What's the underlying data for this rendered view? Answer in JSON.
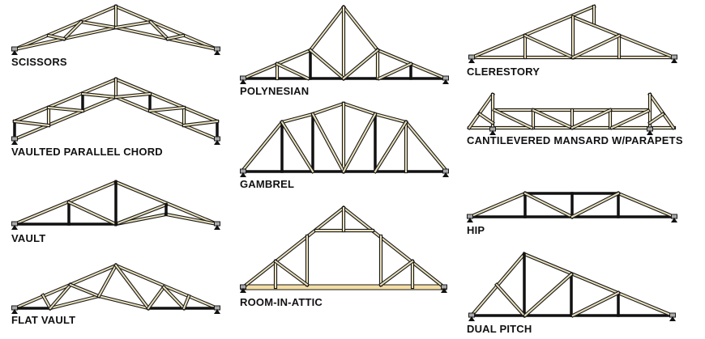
{
  "trusses": [
    {
      "id": "scissors",
      "label": "SCISSORS"
    },
    {
      "id": "vaulted-parallel-chord",
      "label": "VAULTED PARALLEL CHORD"
    },
    {
      "id": "vault",
      "label": "VAULT"
    },
    {
      "id": "flat-vault",
      "label": "FLAT VAULT"
    },
    {
      "id": "polynesian",
      "label": "POLYNESIAN"
    },
    {
      "id": "gambrel",
      "label": "GAMBREL"
    },
    {
      "id": "room-in-attic",
      "label": "ROOM-IN-ATTIC"
    },
    {
      "id": "clerestory",
      "label": "CLERESTORY"
    },
    {
      "id": "cantilevered-mansard",
      "label": "CANTILEVERED MANSARD W/PARAPETS"
    },
    {
      "id": "hip",
      "label": "HIP"
    },
    {
      "id": "dual-pitch",
      "label": "DUAL PITCH"
    }
  ],
  "colors": {
    "timber": "#e9dfba",
    "outline": "#1a1a1a",
    "heavy": "#111111",
    "attic_floor": "#f4dea4",
    "plate": "#a9a9a9"
  }
}
